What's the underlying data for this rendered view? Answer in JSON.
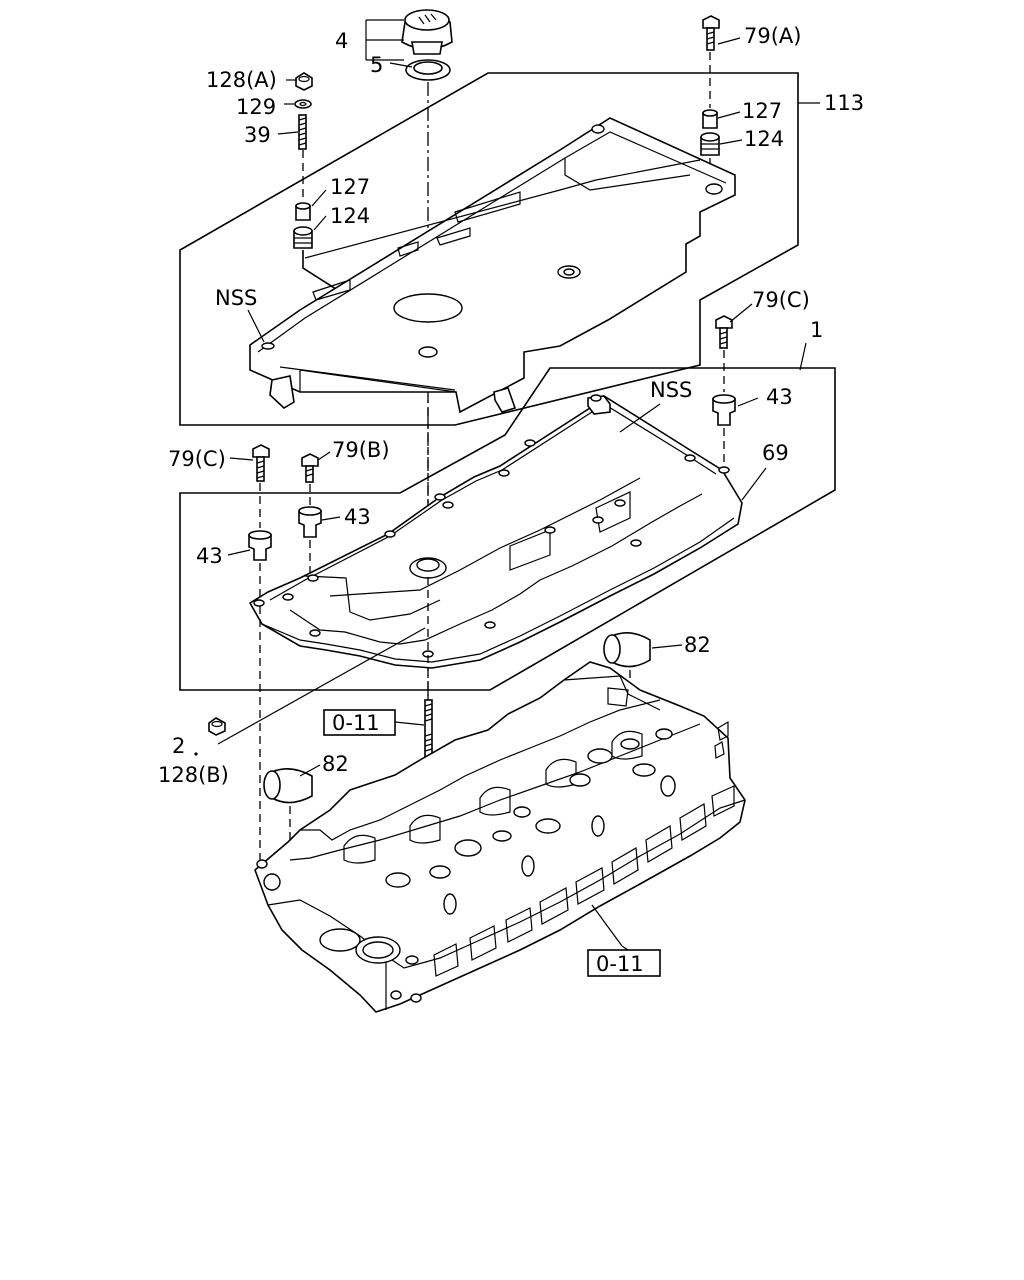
{
  "callouts": {
    "c4": "4",
    "c5": "5",
    "c128a": "128(A)",
    "c129": "129",
    "c39": "39",
    "c79a": "79(A)",
    "c127_right": "127",
    "c124_right": "124",
    "c113": "113",
    "c127_left": "127",
    "c124_left": "124",
    "nss_upper": "NSS",
    "c79c_right": "79(C)",
    "c1": "1",
    "nss_lower": "NSS",
    "c43_right": "43",
    "c69": "69",
    "c79c_left": "79(C)",
    "c79b": "79(B)",
    "c43_mid": "43",
    "c43_left": "43",
    "c82_right": "82",
    "c2": "2",
    "c128b": "128(B)",
    "c82_left": "82",
    "ref_upper": "0-11",
    "ref_lower": "0-11"
  },
  "colors": {
    "line": "#000000",
    "background": "#ffffff"
  }
}
